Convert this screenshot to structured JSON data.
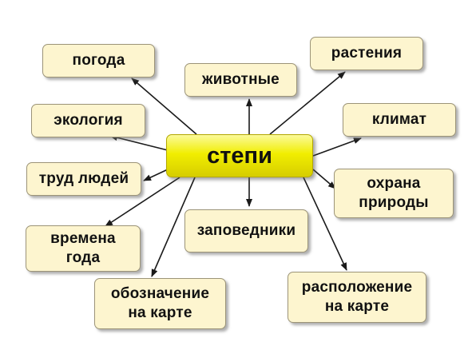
{
  "center": {
    "label": "степи"
  },
  "nodes": {
    "pogoda": [
      "погода"
    ],
    "zhivotnye": [
      "животные"
    ],
    "rasteniya": [
      "растения"
    ],
    "ekologiya": [
      "экология"
    ],
    "klimat": [
      "климат"
    ],
    "trud": [
      "труд людей"
    ],
    "okhrana": [
      "охрана",
      "природы"
    ],
    "vremena": [
      "времена",
      "года"
    ],
    "zapovedniki": [
      "заповедники"
    ],
    "oboznachenie": [
      "обозначение",
      "на карте"
    ],
    "raspolozhenie": [
      "расположение",
      "на карте"
    ]
  },
  "colors": {
    "node_fill": "#fdf5cf",
    "center_fill": "#f1ee00",
    "arrow": "#1a1a1a"
  }
}
